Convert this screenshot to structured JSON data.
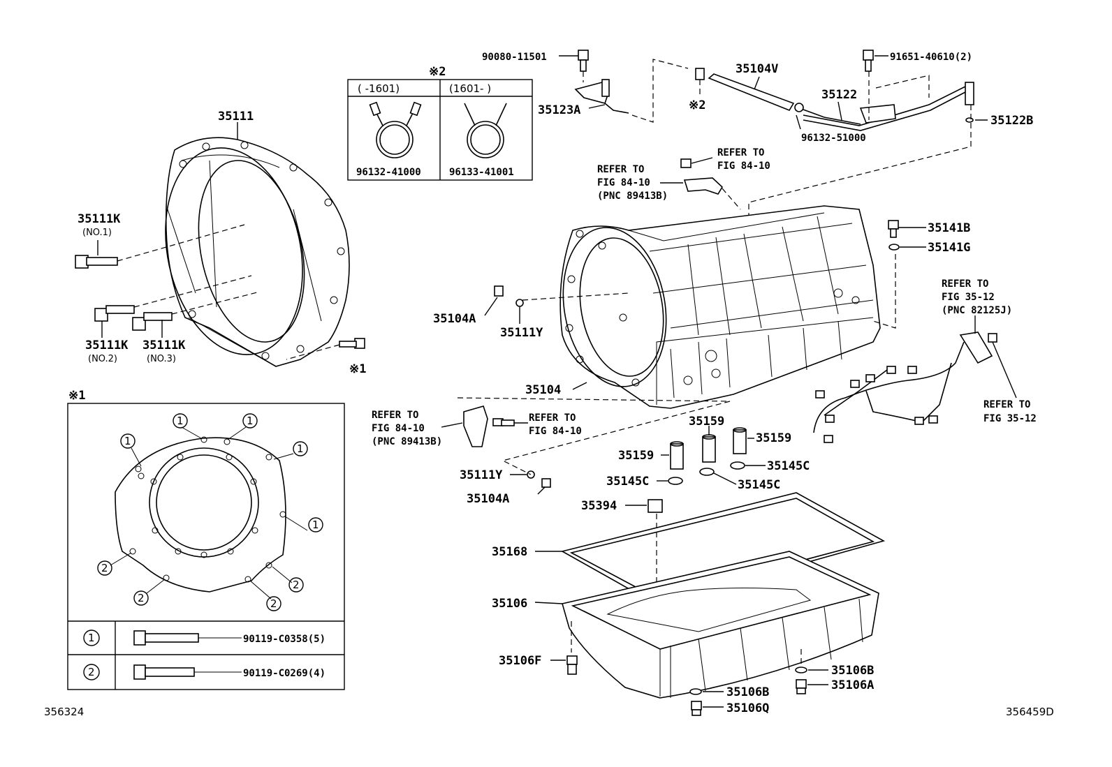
{
  "callouts": {
    "p35111": "35111",
    "p35111k_1": "35111K",
    "p35111k_1_sub": "(NO.1)",
    "p35111k_2": "35111K",
    "p35111k_2_sub": "(NO.2)",
    "p35111k_3": "35111K",
    "p35111k_3_sub": "(NO.3)",
    "note1_mark": "※1",
    "note2_mark": "※2",
    "note2_mark_b": "※2",
    "p90080": "90080-11501",
    "p35123a": "35123A",
    "p35104v": "35104V",
    "p35122": "35122",
    "p91651": "91651-40610(2)",
    "p96132_51000": "96132-51000",
    "p35122b": "35122B",
    "p35141b": "35141B",
    "p35141g": "35141G",
    "p35104a_top": "35104A",
    "p35111y_top": "35111Y",
    "p35104": "35104",
    "p35159_a": "35159",
    "p35159_b": "35159",
    "p35159_c": "35159",
    "p35145c_a": "35145C",
    "p35145c_b": "35145C",
    "p35145c_c": "35145C",
    "p35111y_bot": "35111Y",
    "p35104a_bot": "35104A",
    "p35394": "35394",
    "p35168": "35168",
    "p35106": "35106",
    "p35106f": "35106F",
    "p35106b_a": "35106B",
    "p35106b_b": "35106B",
    "p35106a": "35106A",
    "p35106q": "35106Q"
  },
  "refers": {
    "r1_l1": "REFER TO",
    "r1_l2": "FIG 84-10",
    "r2_l1": "REFER TO",
    "r2_l2": "FIG 84-10",
    "r2_l3": "(PNC 89413B)",
    "r3_l1": "REFER TO",
    "r3_l2": "FIG 35-12",
    "r3_l3": "(PNC 82125J)",
    "r4_l1": "REFER TO",
    "r4_l2": "FIG 35-12",
    "r5_l1": "REFER TO",
    "r5_l2": "FIG 84-10",
    "r5_l3": "(PNC 89413B)",
    "r6_l1": "REFER TO",
    "r6_l2": "FIG 84-10"
  },
  "inset_clamp": {
    "range_left": "(    -1601)",
    "range_right": "(1601-    )",
    "part_left": "96132-41000",
    "part_right": "96133-41001"
  },
  "inset_gasket": {
    "title": "※1",
    "markers": [
      "1",
      "1",
      "1",
      "1",
      "1",
      "2",
      "2",
      "2",
      "2"
    ],
    "bolt_rows": [
      {
        "marker": "1",
        "part": "90119-C0358(5)"
      },
      {
        "marker": "2",
        "part": "90119-C0269(4)"
      }
    ]
  },
  "footer": {
    "left_code": "356324",
    "right_code": "356459D"
  }
}
